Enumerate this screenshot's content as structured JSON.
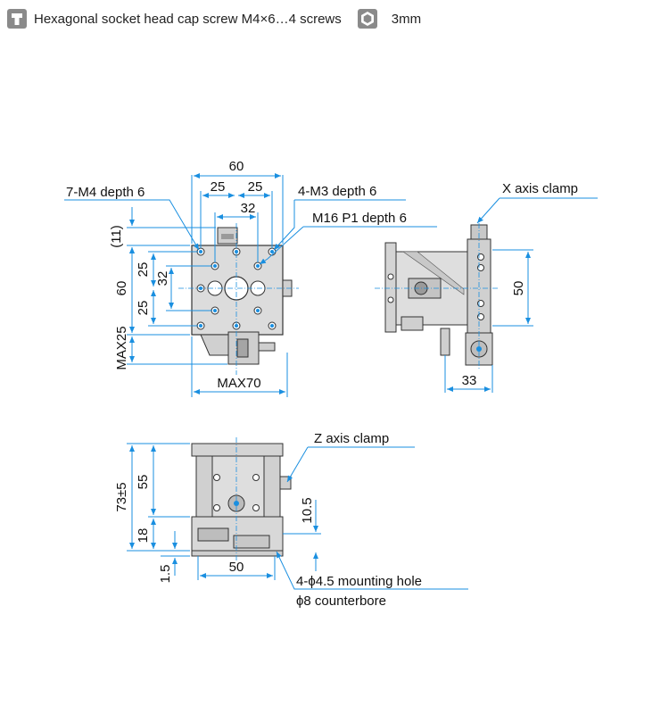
{
  "legend": {
    "screw_text": "Hexagonal socket head cap screw M4×6…4 screws",
    "hex_text": "3mm"
  },
  "labels": {
    "d60_top": "60",
    "d25a": "25",
    "d25b": "25",
    "d32_top": "32",
    "m4": "7-M4 depth 6",
    "m3": "4-M3 depth 6",
    "m16": "M16 P1 depth 6",
    "d11": "(11)",
    "d25_left_a": "25",
    "d32_left": "32",
    "d60_left": "60",
    "d25_left_b": "25",
    "max25": "MAX25",
    "max70": "MAX70",
    "x_clamp": "X axis clamp",
    "d50_right": "50",
    "d33": "33",
    "z_clamp": "Z axis clamp",
    "d73": "73±5",
    "d55": "55",
    "d18": "18",
    "d1_5": "1.5",
    "d10_5": "10.5",
    "d50_bottom": "50",
    "mount_hole": "4-ϕ4.5 mounting hole",
    "counterbore": "ϕ8 counterbore"
  },
  "colors": {
    "dimension_line": "#1a8fe0",
    "part_outline": "#333333",
    "part_fill": "#d4d4d4"
  }
}
